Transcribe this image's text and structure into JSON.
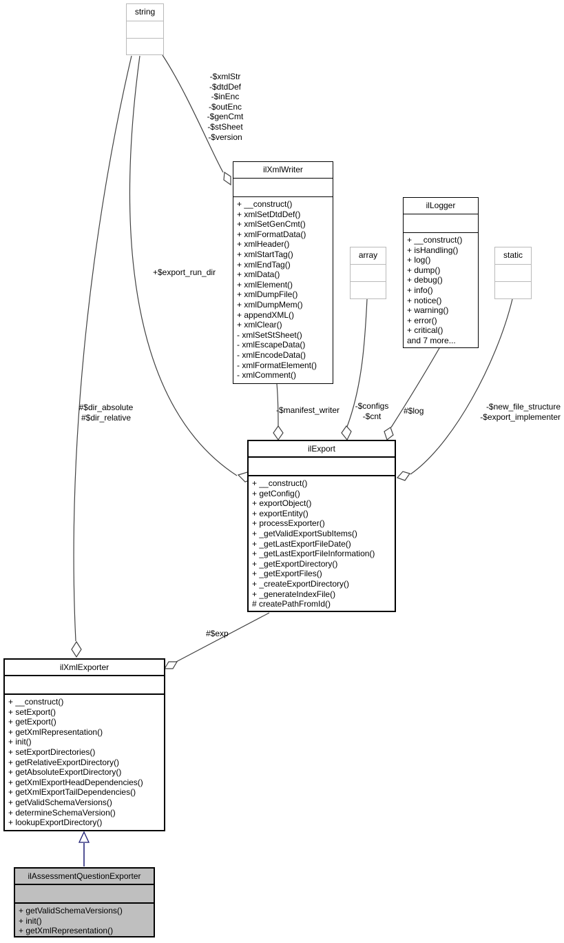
{
  "colors": {
    "highlight_fill": "#bfbfbf",
    "inheritance": "#191970",
    "edge": "#404040",
    "type_border": "#b9b9b9",
    "class_border": "#000000"
  },
  "classes": {
    "string": {
      "name": "string"
    },
    "array": {
      "name": "array"
    },
    "static": {
      "name": "static"
    },
    "ilXmlWriter": {
      "name": "ilXmlWriter",
      "methods": [
        "+ __construct()",
        "+ xmlSetDtdDef()",
        "+ xmlSetGenCmt()",
        "+ xmlFormatData()",
        "+ xmlHeader()",
        "+ xmlStartTag()",
        "+ xmlEndTag()",
        "+ xmlData()",
        "+ xmlElement()",
        "+ xmlDumpFile()",
        "+ xmlDumpMem()",
        "+ appendXML()",
        "+ xmlClear()",
        "- xmlSetStSheet()",
        "- xmlEscapeData()",
        "- xmlEncodeData()",
        "- xmlFormatElement()",
        "- xmlComment()"
      ]
    },
    "ilLogger": {
      "name": "ilLogger",
      "methods": [
        "+ __construct()",
        "+ isHandling()",
        "+ log()",
        "+ dump()",
        "+ debug()",
        "+ info()",
        "+ notice()",
        "+ warning()",
        "+ error()",
        "+ critical()",
        "and 7 more..."
      ]
    },
    "ilExport": {
      "name": "ilExport",
      "methods": [
        "+ __construct()",
        "+ getConfig()",
        "+ exportObject()",
        "+ exportEntity()",
        "+ processExporter()",
        "+ _getValidExportSubItems()",
        "+ _getLastExportFileDate()",
        "+ _getLastExportFileInformation()",
        "+ _getExportDirectory()",
        "+ _getExportFiles()",
        "+ _createExportDirectory()",
        "+ _generateIndexFile()",
        "# createPathFromId()"
      ]
    },
    "ilXmlExporter": {
      "name": "ilXmlExporter",
      "methods": [
        "+ __construct()",
        "+ setExport()",
        "+ getExport()",
        "+ getXmlRepresentation()",
        "+ init()",
        "+ setExportDirectories()",
        "+ getRelativeExportDirectory()",
        "+ getAbsoluteExportDirectory()",
        "+ getXmlExportHeadDependencies()",
        "+ getXmlExportTailDependencies()",
        "+ getValidSchemaVersions()",
        "+ determineSchemaVersion()",
        "+ lookupExportDirectory()"
      ]
    },
    "ilAssessmentQuestionExporter": {
      "name": "ilAssessmentQuestionExporter",
      "methods": [
        "+ getValidSchemaVersions()",
        "+ init()",
        "+ getXmlRepresentation()"
      ]
    }
  },
  "edge_labels": {
    "writer_attrs": [
      "-$xmlStr",
      "-$dtdDef",
      "-$inEnc",
      "-$outEnc",
      "-$genCmt",
      "-$stSheet",
      "-$version"
    ],
    "export_run_dir": "+$export_run_dir",
    "dir": [
      "#$dir_absolute",
      "#$dir_relative"
    ],
    "manifest_writer": "-$manifest_writer",
    "configs": [
      "-$configs",
      "-$cnt"
    ],
    "log": "#$log",
    "new_file": [
      "-$new_file_structure",
      "-$export_implementer"
    ],
    "exp": "#$exp"
  }
}
